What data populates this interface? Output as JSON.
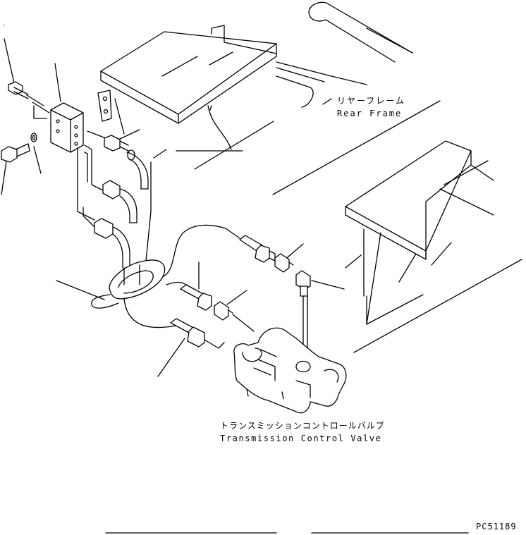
{
  "labels": {
    "rear_frame_jp": "リヤーフレーム",
    "rear_frame_en": "Rear Frame",
    "tcv_jp": "トランスミッションコントロールバルブ",
    "tcv_en": "Transmission Control Valve",
    "drawing_code": "PC51189"
  },
  "colors": {
    "line": "#000000",
    "background": "#ffffff"
  }
}
